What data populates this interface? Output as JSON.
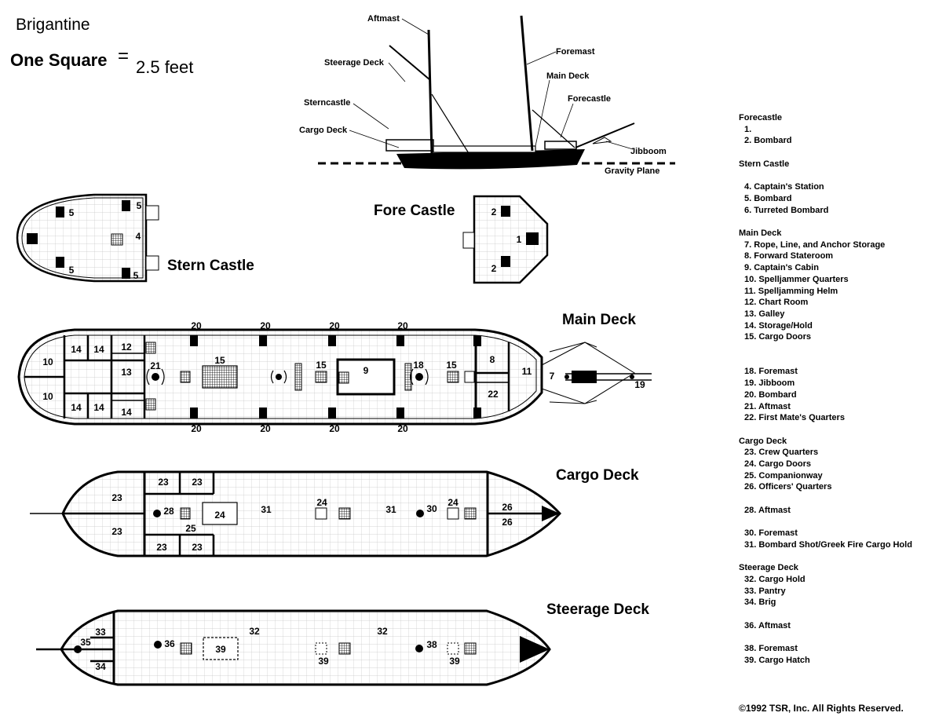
{
  "title": "Brigantine",
  "scale": {
    "left": "One Square",
    "equals": "=",
    "right": "2.5 feet"
  },
  "profile_labels": {
    "aftmast": "Aftmast",
    "steerage_deck": "Steerage Deck",
    "sterncastle": "Sterncastle",
    "cargo_deck": "Cargo Deck",
    "foremast": "Foremast",
    "main_deck": "Main Deck",
    "forecastle": "Forecastle",
    "jibboom": "Jibboom",
    "gravity_plane": "Gravity Plane"
  },
  "deck_titles": {
    "stern_castle": "Stern Castle",
    "fore_castle": "Fore Castle",
    "main_deck": "Main Deck",
    "cargo_deck": "Cargo Deck",
    "steerage_deck": "Steerage Deck"
  },
  "room_numbers": {
    "stern": {
      "n5a": "5",
      "n5b": "5",
      "n5c": "5",
      "n5d": "5",
      "n4": "4"
    },
    "fore": {
      "n2a": "2",
      "n2b": "2",
      "n1": "1"
    },
    "main": {
      "n20a": "20",
      "n20b": "20",
      "n20c": "20",
      "n20d": "20",
      "n20e": "20",
      "n20f": "20",
      "n20g": "20",
      "n20h": "20",
      "n10a": "10",
      "n10b": "10",
      "n14a": "14",
      "n14b": "14",
      "n14c": "14",
      "n14d": "14",
      "n14e": "14",
      "n12": "12",
      "n13": "13",
      "n21": "21",
      "n15a": "15",
      "n15b": "15",
      "n15c": "15",
      "n9": "9",
      "n18": "18",
      "n8": "8",
      "n22": "22",
      "n11": "11",
      "n7": "7",
      "n19": "19"
    },
    "cargo": {
      "n23a": "23",
      "n23b": "23",
      "n23c": "23",
      "n23d": "23",
      "n23e": "23",
      "n23f": "23",
      "n28": "28",
      "n24a": "24",
      "n25": "25",
      "n31a": "31",
      "n24b": "24",
      "n31b": "31",
      "n30": "30",
      "n24c": "24",
      "n26a": "26",
      "n26b": "26"
    },
    "steerage": {
      "n33": "33",
      "n35": "35",
      "n34": "34",
      "n36": "36",
      "n39a": "39",
      "n32a": "32",
      "n39b": "39",
      "n32b": "32",
      "n38": "38",
      "n39c": "39"
    }
  },
  "legend": [
    {
      "heading": "Forecastle",
      "items": [
        "1.",
        "2. Bombard"
      ]
    },
    {
      "heading": "Stern Castle",
      "items": [
        "",
        "4. Captain's Station",
        "5. Bombard",
        "6. Turreted Bombard"
      ]
    },
    {
      "heading": "Main Deck",
      "items": [
        "7. Rope, Line, and Anchor Storage",
        "8. Forward Stateroom",
        "9. Captain's Cabin",
        "10. Spelljammer Quarters",
        "11. Spelljamming Helm",
        "12. Chart Room",
        "13. Galley",
        "14. Storage/Hold",
        "15. Cargo Doors",
        "",
        "",
        "18. Foremast",
        "19. Jibboom",
        "20. Bombard",
        "21. Aftmast",
        "22. First Mate's Quarters"
      ]
    },
    {
      "heading": "Cargo Deck",
      "items": [
        "23. Crew Quarters",
        "24. Cargo Doors",
        "25. Companionway",
        "26. Officers' Quarters",
        "",
        "28. Aftmast",
        "",
        "30. Foremast",
        "31. Bombard Shot/Greek Fire Cargo Hold"
      ]
    },
    {
      "heading": "Steerage Deck",
      "items": [
        "32. Cargo Hold",
        "33. Pantry",
        "34. Brig",
        "",
        "36. Aftmast",
        "",
        "38. Foremast",
        "39. Cargo Hatch"
      ]
    }
  ],
  "copyright": "©1992 TSR, Inc. All Rights Reserved."
}
